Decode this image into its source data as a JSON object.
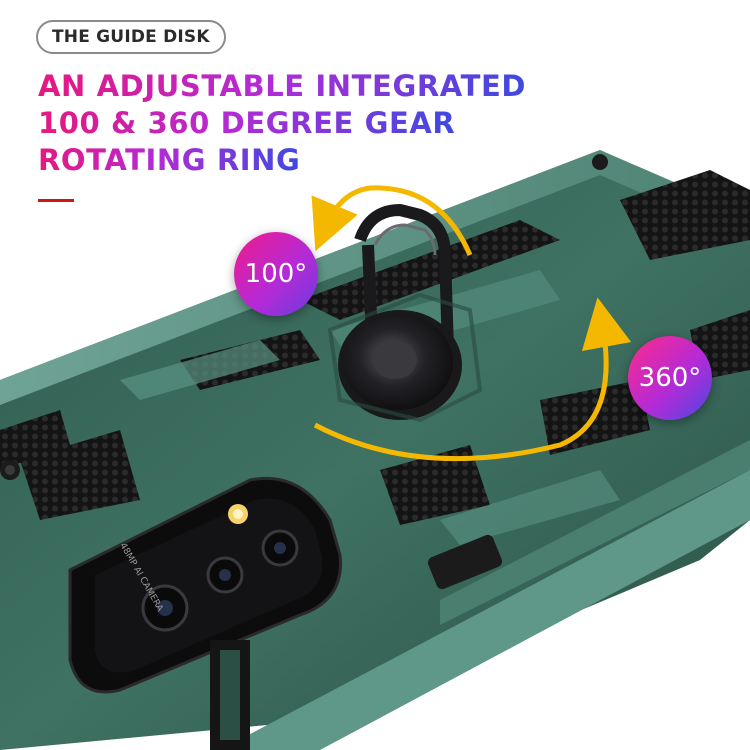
{
  "badge_top": "THE GUIDE DISK",
  "headline": {
    "lines": [
      "AN ADJUSTABLE INTEGRATED",
      "100 & 360 DEGREE GEAR",
      "ROTATING RING"
    ]
  },
  "rotation_labels": {
    "small": "100°",
    "large": "360°"
  },
  "product": {
    "case_color": "#3a6a5b",
    "ring_color": "#1e1e20",
    "arrow_color": "#f5b800",
    "camera_text": "48MP AI CAMERA"
  },
  "colors": {
    "accent_pink": "#e6187f",
    "accent_purple": "#b52ad6",
    "accent_blue": "#3e49e0",
    "accent_red": "#d21515"
  }
}
